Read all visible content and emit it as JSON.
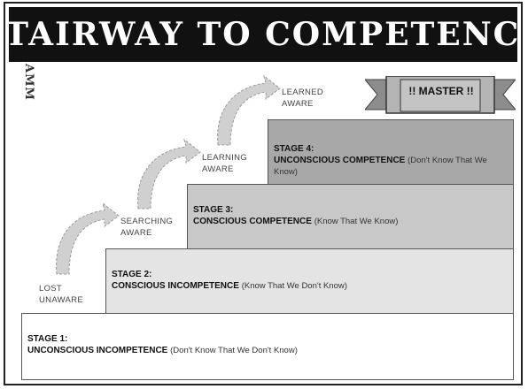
{
  "title": "STAIRWAY TO COMPETENCE",
  "side_mark": "AMM",
  "master_label": "!! MASTER !!",
  "awareness": [
    {
      "line1": "LOST",
      "line2": "UNAWARE"
    },
    {
      "line1": "SEARCHING",
      "line2": "AWARE"
    },
    {
      "line1": "LEARNING",
      "line2": "AWARE"
    },
    {
      "line1": "LEARNED",
      "line2": "AWARE"
    }
  ],
  "stages": [
    {
      "number": "STAGE 1:",
      "name": "UNCONSCIOUS INCOMPETENCE",
      "description": "(Don't Know That We Don't Know)"
    },
    {
      "number": "STAGE 2:",
      "name": "CONSCIOUS INCOMPETENCE",
      "description": "(Know That We Don't Know)"
    },
    {
      "number": "STAGE 3:",
      "name": "CONSCIOUS COMPETENCE",
      "description": "(Know That We Know)"
    },
    {
      "number": "STAGE 4:",
      "name": "UNCONSCIOUS COMPETENCE",
      "description": "(Don't Know That We Know)"
    }
  ],
  "colors": {
    "title_background": "#111111",
    "stage_1_fill": "#ffffff",
    "stage_2_fill": "#e4e4e4",
    "stage_3_fill": "#c8c8c8",
    "stage_4_fill": "#a8a8a8",
    "arrow_fill": "#d0d0d0"
  }
}
